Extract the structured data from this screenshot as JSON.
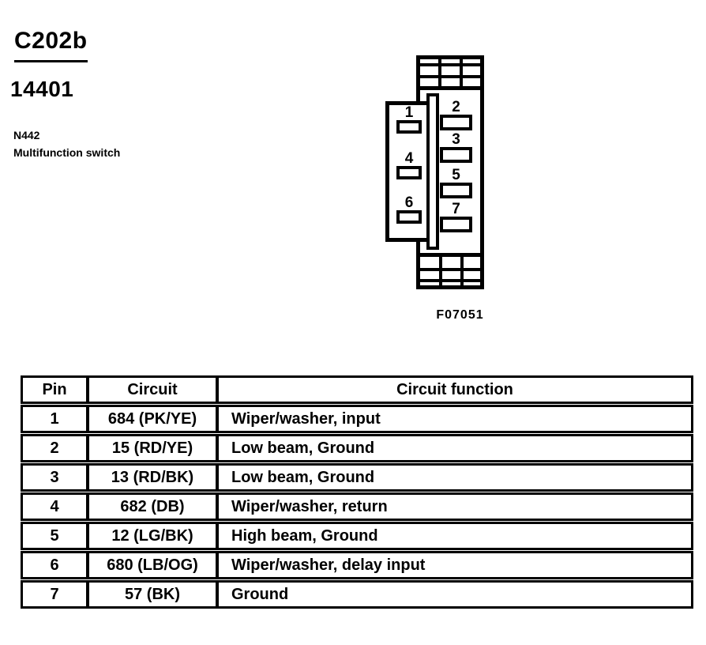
{
  "header": {
    "connector_id": "C202b",
    "part_number": "14401",
    "component_code": "N442",
    "component_name": "Multifunction switch",
    "figure_code": "F07051"
  },
  "connector": {
    "left_pins": [
      {
        "label": "1"
      },
      {
        "label": "4"
      },
      {
        "label": "6"
      }
    ],
    "right_pins": [
      {
        "label": "2"
      },
      {
        "label": "3"
      },
      {
        "label": "5"
      },
      {
        "label": "7"
      }
    ]
  },
  "table": {
    "headers": [
      "Pin",
      "Circuit",
      "Circuit function"
    ],
    "rows": [
      [
        "1",
        "684 (PK/YE)",
        "Wiper/washer, input"
      ],
      [
        "2",
        "15 (RD/YE)",
        "Low beam, Ground"
      ],
      [
        "3",
        "13 (RD/BK)",
        "Low beam, Ground"
      ],
      [
        "4",
        "682 (DB)",
        "Wiper/washer, return"
      ],
      [
        "5",
        "12 (LG/BK)",
        "High beam, Ground"
      ],
      [
        "6",
        "680 (LB/OG)",
        "Wiper/washer, delay input"
      ],
      [
        "7",
        "57 (BK)",
        "Ground"
      ]
    ]
  },
  "colors": {
    "ink": "#000000",
    "paper": "#ffffff"
  }
}
